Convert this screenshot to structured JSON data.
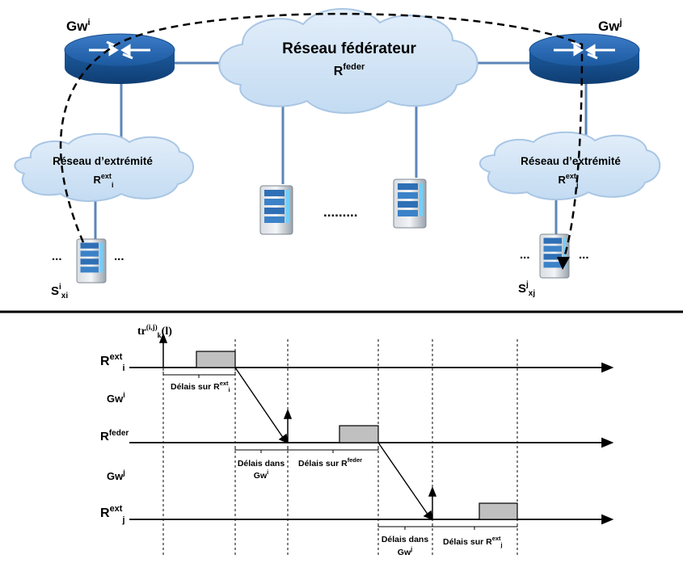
{
  "top": {
    "gw_left": {
      "base": "Gw",
      "sup": "i"
    },
    "gw_right": {
      "base": "Gw",
      "sup": "j"
    },
    "backbone": {
      "title": "Réseau fédérateur",
      "sym_base": "R",
      "sym_sup": "feder"
    },
    "edge_left": {
      "title": "Réseau d’extrémité",
      "sym_base": "R",
      "sym_sup": "ext",
      "sym_sub": "i"
    },
    "edge_right": {
      "title": "Réseau d’extrémité",
      "sym_base": "R",
      "sym_sup": "ext",
      "sym_sub": "j"
    },
    "ellipsis_servers": ".........",
    "dots": "...",
    "server_left": {
      "base": "S",
      "sup": "i",
      "sub": "xi"
    },
    "server_right": {
      "base": "S",
      "sup": "j",
      "sub": "xj"
    }
  },
  "timeline": {
    "tr_label": {
      "base": "tr",
      "sup": "(i,j)",
      "sub": "k",
      "tail": "(l)"
    },
    "rows": {
      "rext_i": {
        "base": "R",
        "sup": "ext",
        "sub": "i"
      },
      "gw_i": {
        "base": "Gw",
        "sup": "i"
      },
      "rfeder": {
        "base": "R",
        "sup": "feder"
      },
      "gw_j": {
        "base": "Gw",
        "sup": "j"
      },
      "rext_j": {
        "base": "R",
        "sup": "ext",
        "sub": "j"
      }
    },
    "delays": {
      "d1": {
        "text": "Délais sur R",
        "sup": "ext",
        "sub": "i"
      },
      "d2": {
        "line1": "Délais dans",
        "line2_base": "Gw",
        "line2_sup": "i"
      },
      "d3": {
        "text": "Délais sur R",
        "sup": "feder"
      },
      "d4": {
        "line1": "Délais dans",
        "line2_base": "Gw",
        "line2_sup": "j"
      },
      "d5": {
        "text": "Délais sur R",
        "sup": "ext",
        "sub": "j"
      }
    }
  },
  "colors": {
    "router": "#1f5fa8",
    "cloud": "#cfe3f6",
    "cloud_stroke": "#a9c6e4",
    "box": "#c0c0c0",
    "link": "#5b86b8"
  }
}
